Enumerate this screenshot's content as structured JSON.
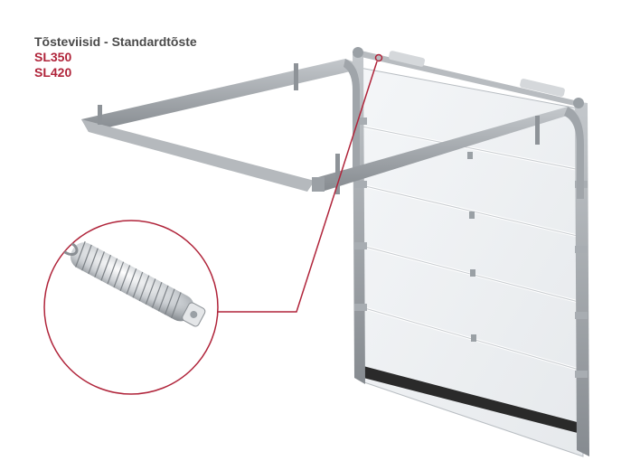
{
  "header": {
    "title": "Tõsteviisid - Standardtõste",
    "models": [
      "SL350",
      "SL420"
    ]
  },
  "colors": {
    "accent": "#b0243a",
    "title": "#4a4a4a",
    "rail": "#9ea3a8",
    "panel": "#eef0f2"
  },
  "illustration": {
    "subject": "garage-door-with-spring-detail"
  }
}
